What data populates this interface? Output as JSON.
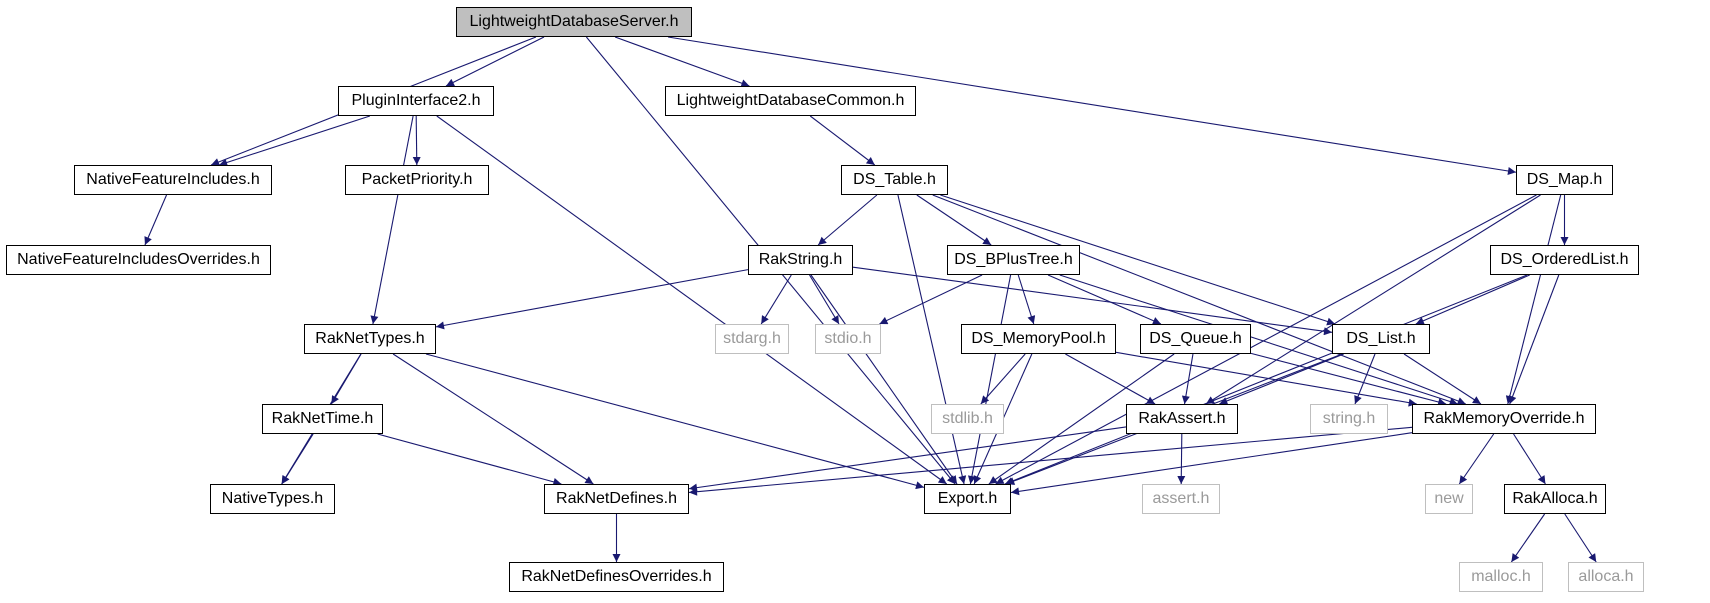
{
  "diagram": {
    "colors": {
      "edge": "#191970",
      "root_fill": "#bfbfbf",
      "node_border": "#000000",
      "external_border": "#bfbfbf"
    },
    "nodes": [
      {
        "id": "lds",
        "label": "LightweightDatabaseServer.h",
        "kind": "root"
      },
      {
        "id": "pi2",
        "label": "PluginInterface2.h",
        "kind": "link"
      },
      {
        "id": "ldc",
        "label": "LightweightDatabaseCommon.h",
        "kind": "link"
      },
      {
        "id": "nfi",
        "label": "NativeFeatureIncludes.h",
        "kind": "link"
      },
      {
        "id": "pp",
        "label": "PacketPriority.h",
        "kind": "link"
      },
      {
        "id": "dst",
        "label": "DS_Table.h",
        "kind": "link"
      },
      {
        "id": "dsm",
        "label": "DS_Map.h",
        "kind": "link"
      },
      {
        "id": "nfio",
        "label": "NativeFeatureIncludesOverrides.h",
        "kind": "link"
      },
      {
        "id": "rs",
        "label": "RakString.h",
        "kind": "link"
      },
      {
        "id": "bpt",
        "label": "DS_BPlusTree.h",
        "kind": "link"
      },
      {
        "id": "dsol",
        "label": "DS_OrderedList.h",
        "kind": "link"
      },
      {
        "id": "rnt",
        "label": "RakNetTypes.h",
        "kind": "link"
      },
      {
        "id": "stdarg",
        "label": "stdarg.h",
        "kind": "external"
      },
      {
        "id": "stdio",
        "label": "stdio.h",
        "kind": "external"
      },
      {
        "id": "dmp",
        "label": "DS_MemoryPool.h",
        "kind": "link"
      },
      {
        "id": "dsq",
        "label": "DS_Queue.h",
        "kind": "link"
      },
      {
        "id": "dsl",
        "label": "DS_List.h",
        "kind": "link"
      },
      {
        "id": "rtime",
        "label": "RakNetTime.h",
        "kind": "link"
      },
      {
        "id": "stdlib",
        "label": "stdlib.h",
        "kind": "external"
      },
      {
        "id": "ra",
        "label": "RakAssert.h",
        "kind": "link"
      },
      {
        "id": "string",
        "label": "string.h",
        "kind": "external"
      },
      {
        "id": "rmo",
        "label": "RakMemoryOverride.h",
        "kind": "link"
      },
      {
        "id": "nt",
        "label": "NativeTypes.h",
        "kind": "link"
      },
      {
        "id": "rnd",
        "label": "RakNetDefines.h",
        "kind": "link"
      },
      {
        "id": "exp",
        "label": "Export.h",
        "kind": "link"
      },
      {
        "id": "assert",
        "label": "assert.h",
        "kind": "external"
      },
      {
        "id": "new",
        "label": "new",
        "kind": "external"
      },
      {
        "id": "ralloca",
        "label": "RakAlloca.h",
        "kind": "link"
      },
      {
        "id": "rndo",
        "label": "RakNetDefinesOverrides.h",
        "kind": "link"
      },
      {
        "id": "malloc",
        "label": "malloc.h",
        "kind": "external"
      },
      {
        "id": "alloca",
        "label": "alloca.h",
        "kind": "external"
      }
    ],
    "edges": [
      [
        "lds",
        "nfi"
      ],
      [
        "lds",
        "pi2"
      ],
      [
        "lds",
        "exp"
      ],
      [
        "lds",
        "ldc"
      ],
      [
        "lds",
        "dsm"
      ],
      [
        "pi2",
        "nfi"
      ],
      [
        "pi2",
        "pp"
      ],
      [
        "pi2",
        "rnt"
      ],
      [
        "pi2",
        "exp"
      ],
      [
        "nfi",
        "nfio"
      ],
      [
        "ldc",
        "dst"
      ],
      [
        "dst",
        "rs"
      ],
      [
        "dst",
        "bpt"
      ],
      [
        "dst",
        "exp"
      ],
      [
        "dst",
        "dsl"
      ],
      [
        "dst",
        "rmo"
      ],
      [
        "rs",
        "rnt"
      ],
      [
        "rs",
        "stdarg"
      ],
      [
        "rs",
        "stdio"
      ],
      [
        "rs",
        "exp"
      ],
      [
        "rs",
        "dsl"
      ],
      [
        "bpt",
        "stdio"
      ],
      [
        "bpt",
        "dmp"
      ],
      [
        "bpt",
        "dsq"
      ],
      [
        "bpt",
        "exp"
      ],
      [
        "bpt",
        "rmo"
      ],
      [
        "dsm",
        "dsol"
      ],
      [
        "dsm",
        "ra"
      ],
      [
        "dsm",
        "rmo"
      ],
      [
        "dsm",
        "exp"
      ],
      [
        "dsol",
        "dsl"
      ],
      [
        "dsol",
        "rmo"
      ],
      [
        "dsol",
        "exp"
      ],
      [
        "rnt",
        "rtime"
      ],
      [
        "rnt",
        "nt"
      ],
      [
        "rnt",
        "rnd"
      ],
      [
        "rnt",
        "exp"
      ],
      [
        "rtime",
        "nt"
      ],
      [
        "rtime",
        "rnd"
      ],
      [
        "dmp",
        "stdlib"
      ],
      [
        "dmp",
        "ra"
      ],
      [
        "dmp",
        "exp"
      ],
      [
        "dmp",
        "rmo"
      ],
      [
        "dsq",
        "ra"
      ],
      [
        "dsq",
        "exp"
      ],
      [
        "dsq",
        "rmo"
      ],
      [
        "dsl",
        "ra"
      ],
      [
        "dsl",
        "string"
      ],
      [
        "dsl",
        "rmo"
      ],
      [
        "dsl",
        "exp"
      ],
      [
        "ra",
        "assert"
      ],
      [
        "ra",
        "rnd"
      ],
      [
        "rmo",
        "new"
      ],
      [
        "rmo",
        "ralloca"
      ],
      [
        "rmo",
        "exp"
      ],
      [
        "rmo",
        "rnd"
      ],
      [
        "rnd",
        "rndo"
      ],
      [
        "ralloca",
        "malloc"
      ],
      [
        "ralloca",
        "alloca"
      ]
    ]
  }
}
